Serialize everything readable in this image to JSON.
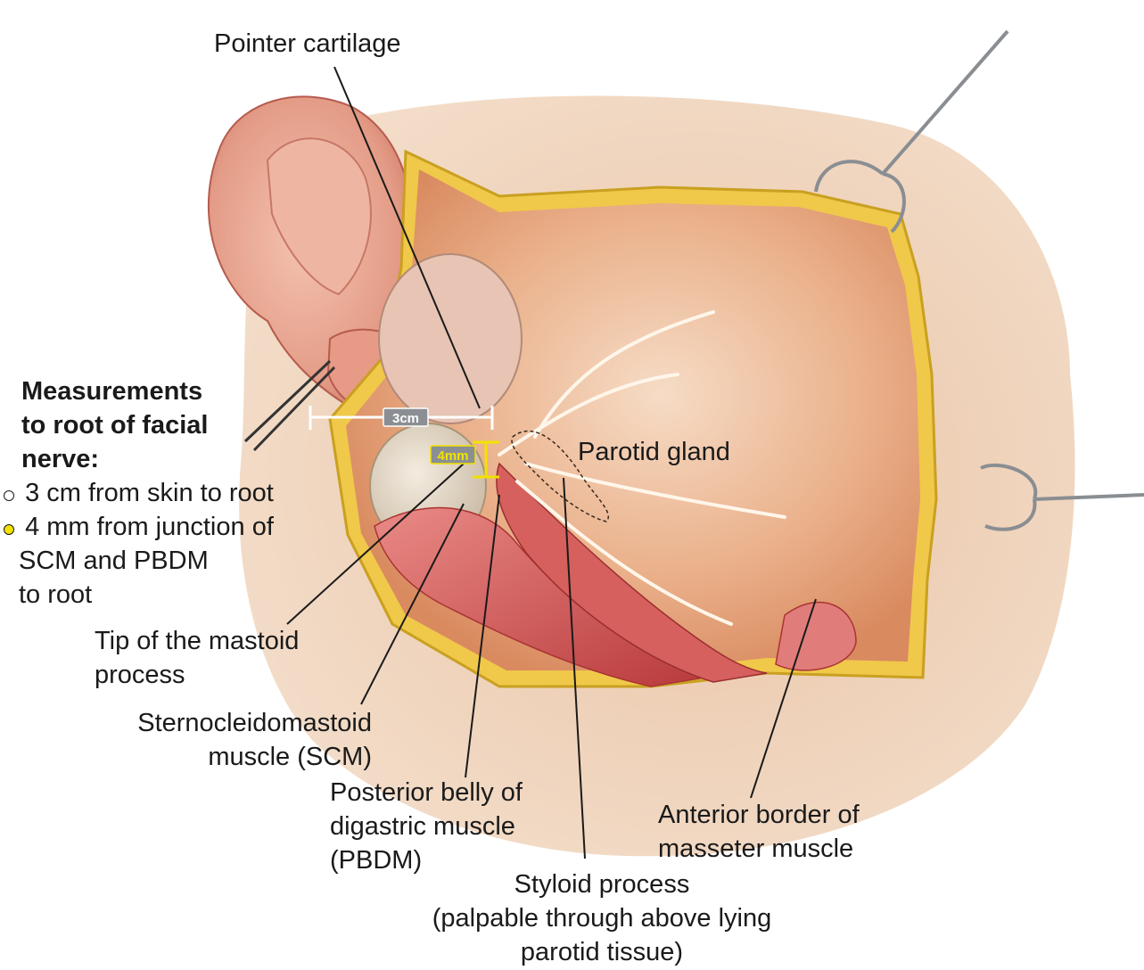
{
  "labels": {
    "pointer_cartilage": "Pointer cartilage",
    "parotid_gland": "Parotid gland",
    "tip_mastoid": [
      "Tip of the mastoid",
      "process"
    ],
    "scm": [
      "Sternocleidomastoid",
      "muscle (SCM)"
    ],
    "pbdm": [
      "Posterior belly of",
      "digastric muscle",
      "(PBDM)"
    ],
    "styloid": [
      "Styloid process",
      "(palpable through above lying",
      "parotid tissue)"
    ],
    "masseter": [
      "Anterior border of",
      "masseter muscle"
    ]
  },
  "measurements": {
    "heading": [
      "Measurements",
      "to root of facial",
      "nerve:"
    ],
    "item1": "3 cm from skin to root",
    "item2": [
      "4 mm from junction of",
      "SCM and PBDM",
      "to root"
    ],
    "bar_3cm": "3cm",
    "bar_4mm": "4mm"
  },
  "colors": {
    "measure_white": "#ffffff",
    "measure_yellow": "#f2e200",
    "leader": "#1a1a1a"
  }
}
